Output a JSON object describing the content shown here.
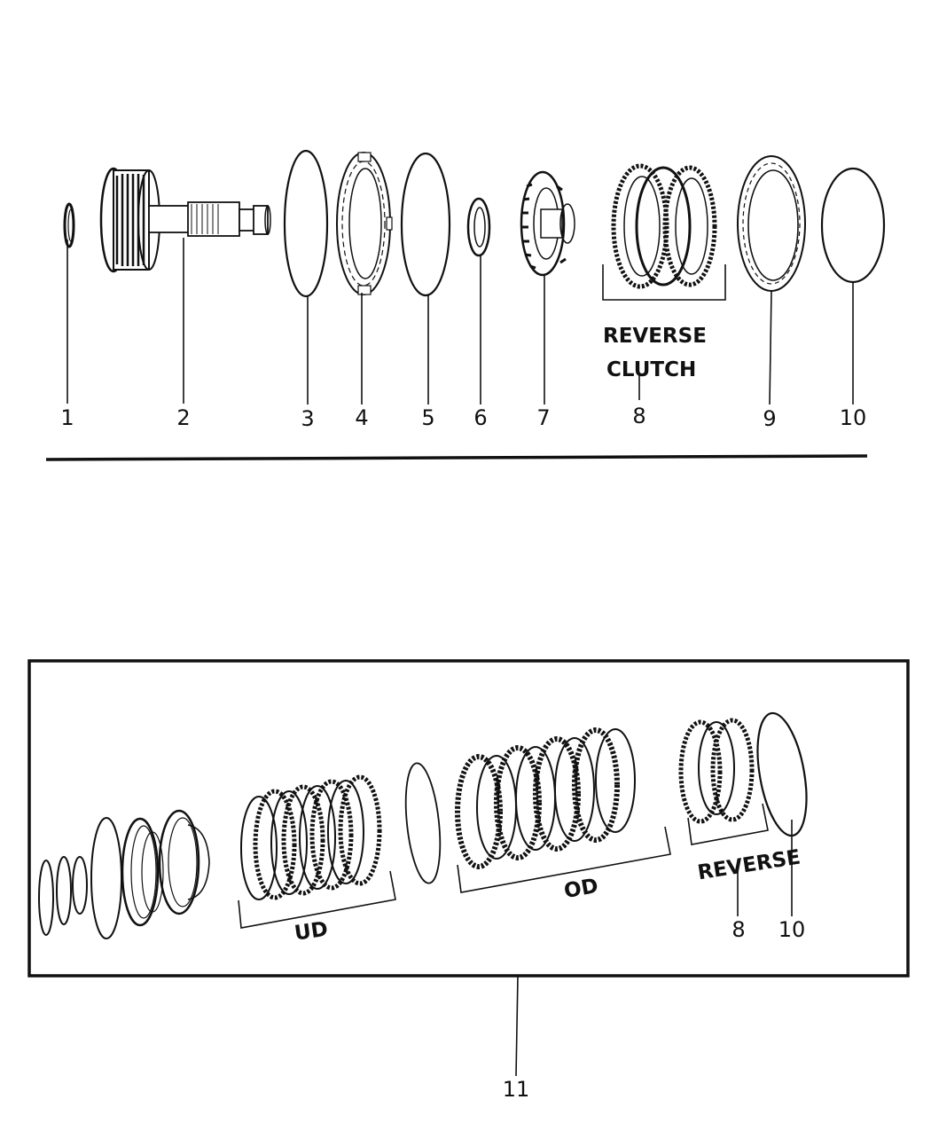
{
  "callouts": {
    "c1": "1",
    "c2": "2",
    "c3": "3",
    "c4": "4",
    "c5": "5",
    "c6": "6",
    "c7": "7",
    "c8": "8",
    "c9": "9",
    "c10": "10",
    "c8b": "8",
    "c10b": "10",
    "c11": "11"
  },
  "labels": {
    "reverse_clutch_line1": "REVERSE",
    "reverse_clutch_line2": "CLUTCH",
    "ud": "UD",
    "od": "OD",
    "reverse": "REVERSE"
  }
}
